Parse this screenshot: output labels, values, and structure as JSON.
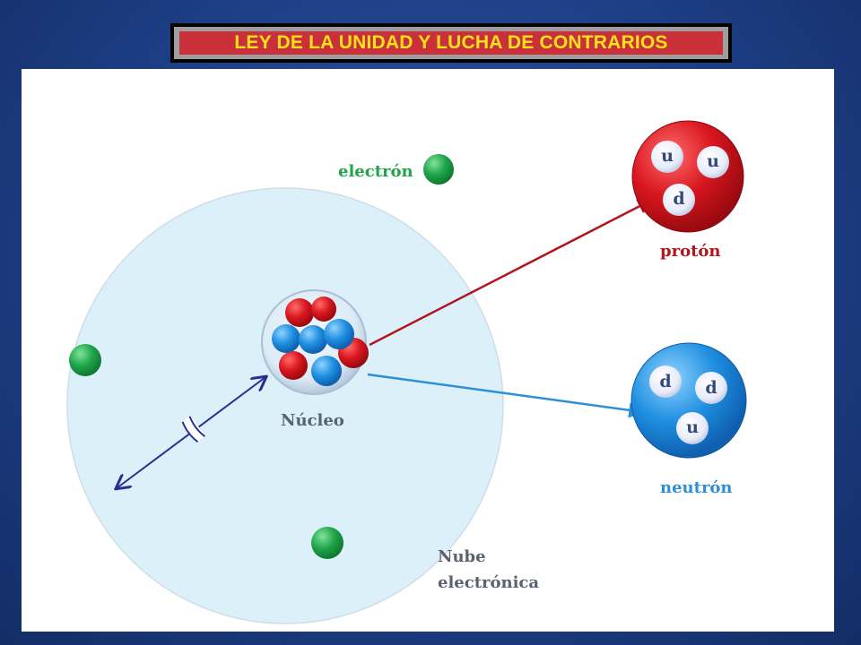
{
  "title": "LEY DE LA UNIDAD Y LUCHA DE CONTRARIOS",
  "labels": {
    "electron": "electrón",
    "proton": "protón",
    "neutron": "neutrón",
    "nucleus": "Núcleo",
    "cloud_line1": "Nube",
    "cloud_line2": "electrónica"
  },
  "proton_quarks": [
    "u",
    "u",
    "d"
  ],
  "neutron_quarks": [
    "d",
    "d",
    "u"
  ],
  "colors": {
    "proton": "#cf1b24",
    "neutron": "#2192e0",
    "electron": "#1fa54a",
    "cloud": "#dcf0fa",
    "title_text": "#ffe21a",
    "title_bg": "#c9303a"
  }
}
